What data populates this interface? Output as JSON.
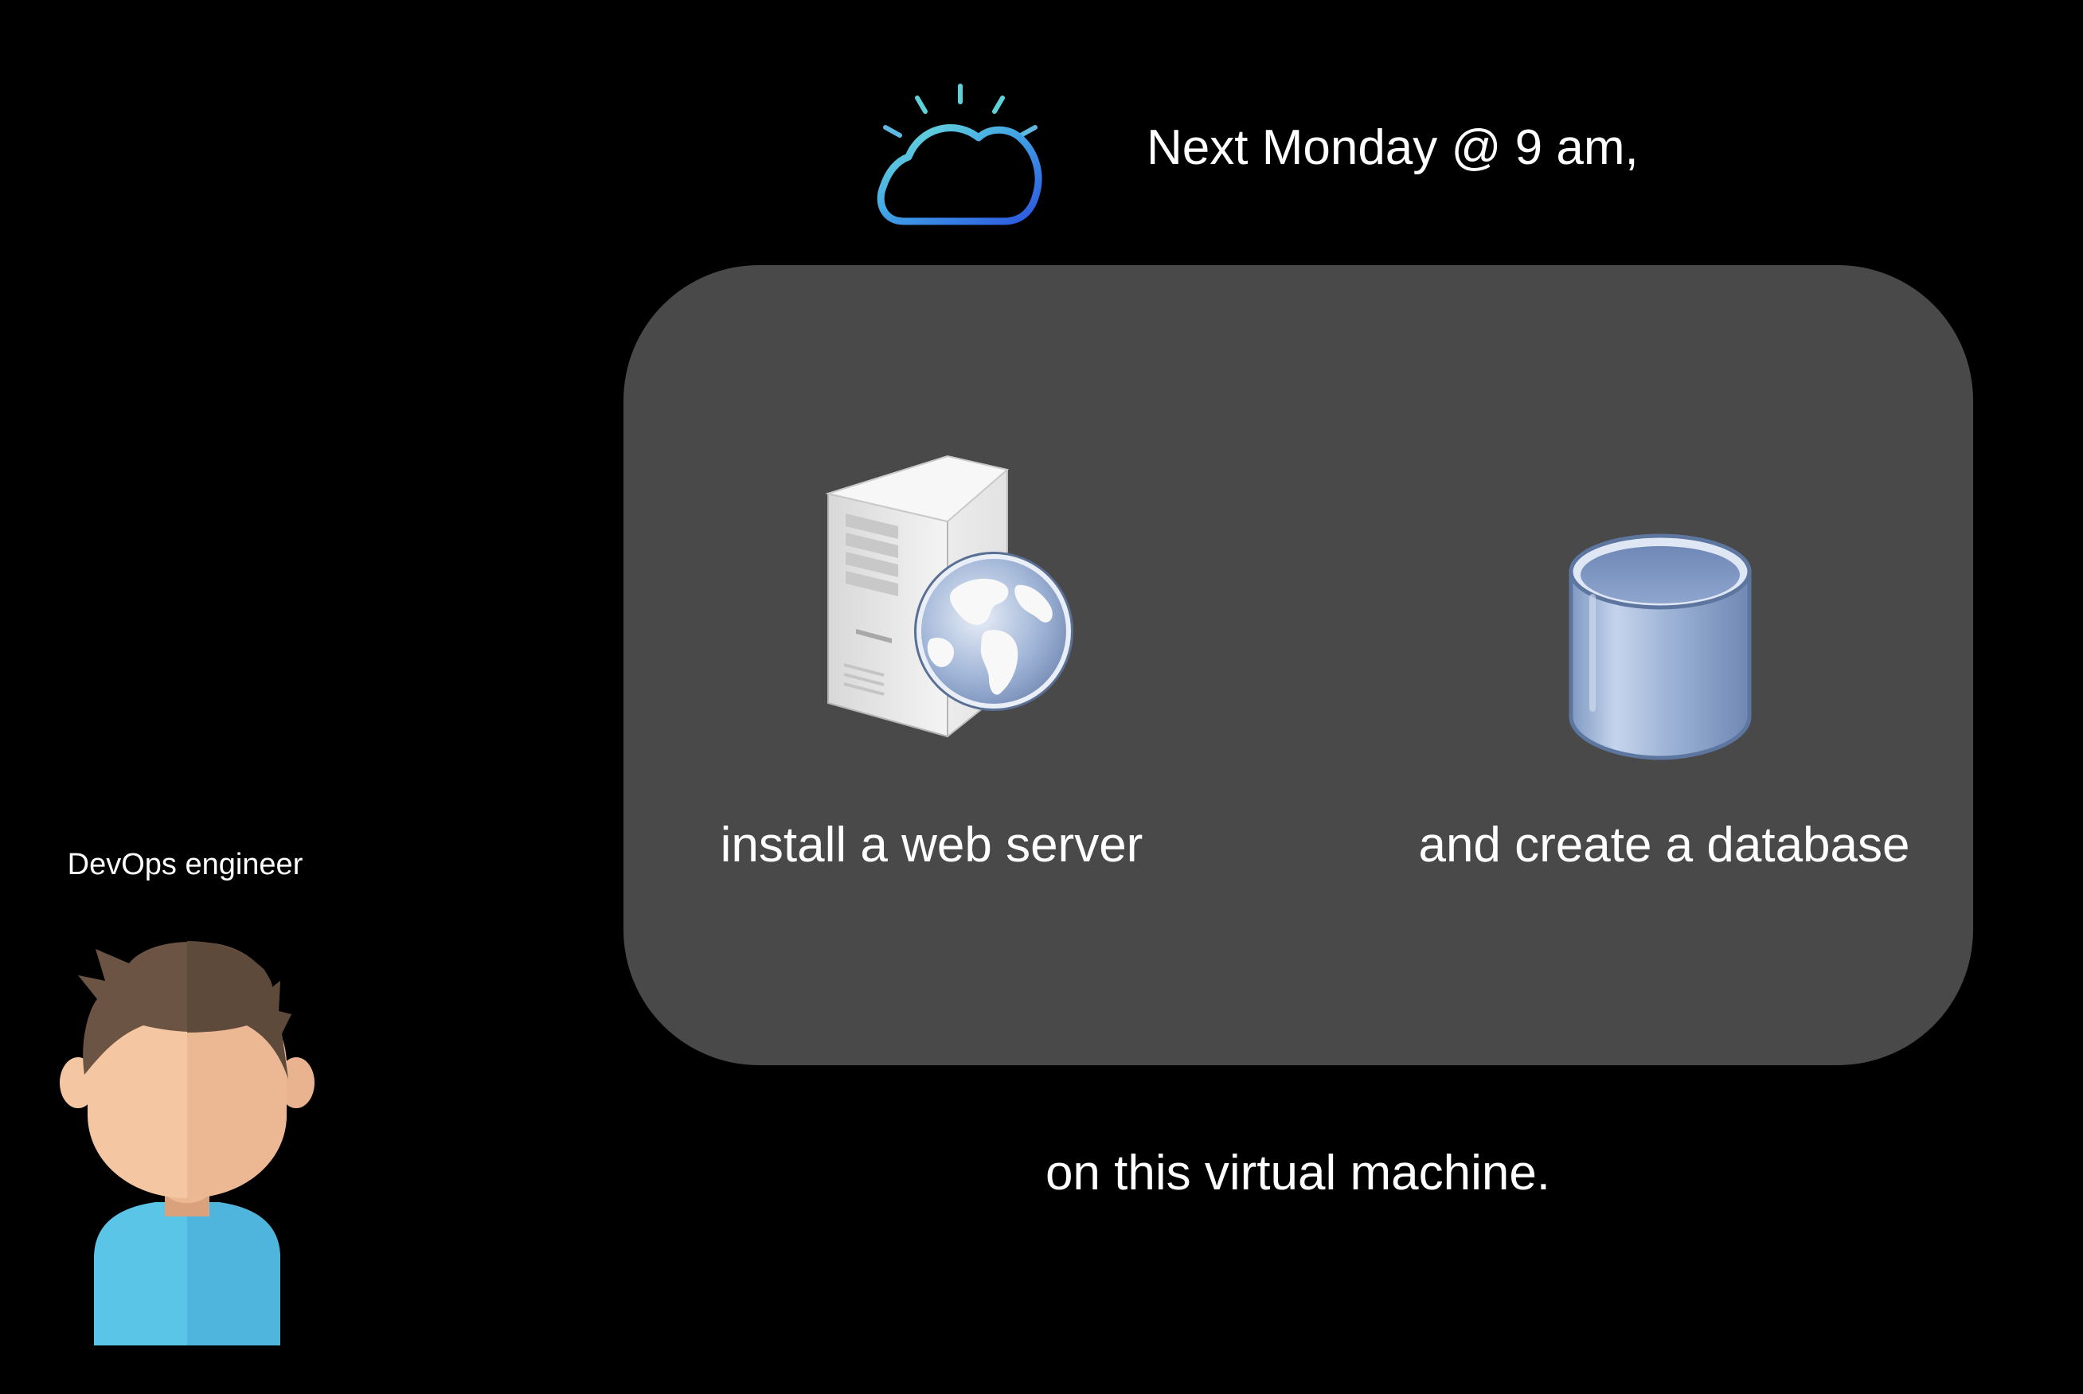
{
  "headline": "Next Monday @ 9 am,",
  "actions": {
    "web_server_label": "install a web server",
    "database_label": "and create a database"
  },
  "footer_text": "on this virtual machine.",
  "person": {
    "label": "DevOps engineer"
  },
  "icons": {
    "logo": "cloud-icon",
    "web_server": "web-server-icon",
    "database": "database-icon",
    "person": "person-avatar-icon"
  },
  "colors": {
    "background": "#000000",
    "vm_box": "#494949",
    "text": "#ffffff",
    "cloud_gradient_start": "#6fe3d8",
    "cloud_gradient_end": "#2c55e0",
    "database_body": "#8fa9cf",
    "person_shirt": "#5bc5e8",
    "person_hair": "#5e4a3b",
    "person_skin": "#f5c6a2"
  }
}
